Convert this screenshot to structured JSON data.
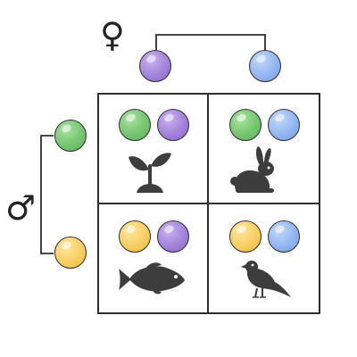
{
  "parents": {
    "female": {
      "symbol": "♀",
      "alleles": [
        {
          "color_name": "purple",
          "hex": "#9f7fd8"
        },
        {
          "color_name": "blue",
          "hex": "#8fb3ef"
        }
      ]
    },
    "male": {
      "symbol": "♂",
      "alleles": [
        {
          "color_name": "green",
          "hex": "#71c36c"
        },
        {
          "color_name": "yellow",
          "hex": "#f6cc5b"
        }
      ]
    }
  },
  "offspring": [
    {
      "alleles": [
        "green",
        "purple"
      ],
      "icon": "seedling-icon"
    },
    {
      "alleles": [
        "green",
        "blue"
      ],
      "icon": "rabbit-icon"
    },
    {
      "alleles": [
        "yellow",
        "purple"
      ],
      "icon": "fish-icon"
    },
    {
      "alleles": [
        "yellow",
        "blue"
      ],
      "icon": "bird-icon"
    }
  ],
  "colors": {
    "outline": "#2e2e2e",
    "icon_fill": "#3d3d3d"
  }
}
